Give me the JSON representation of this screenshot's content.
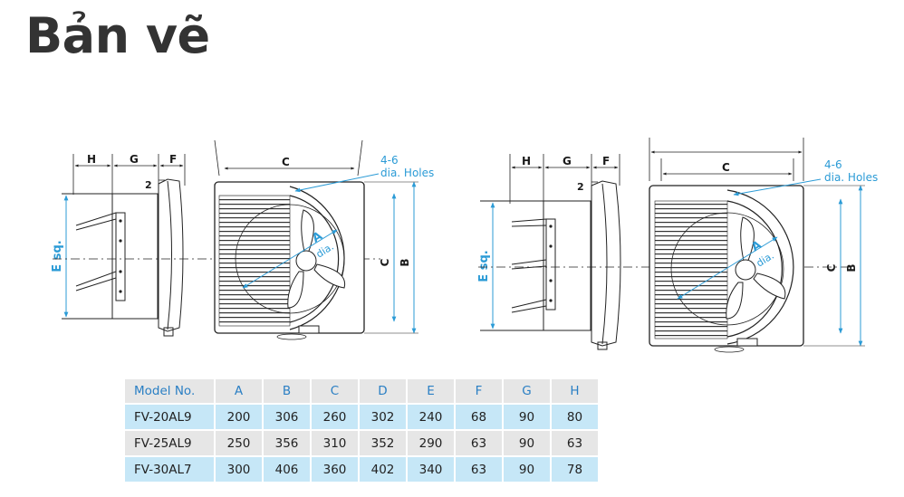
{
  "page": {
    "title": "Bản vẽ"
  },
  "diagram": {
    "left": {
      "labels": {
        "h": "H",
        "g": "G",
        "f": "F",
        "two": "2",
        "c_top": "C",
        "holes_line1": "4-6",
        "holes_line2": "dia. Holes",
        "e_sq": "E sq.",
        "c_side": "C",
        "b_side": "B",
        "a_label": "A",
        "a_dia": "dia."
      }
    },
    "right": {
      "labels": {
        "h": "H",
        "g": "G",
        "f": "F",
        "two": "2",
        "c_top": "C",
        "holes_line1": "4-6",
        "holes_line2": "dia. Holes",
        "e_sq": "E sq.",
        "c_side": "C",
        "b_side": "B",
        "a_label": "A",
        "a_dia": "dia."
      }
    }
  },
  "spec_table": {
    "headers": [
      "Model No.",
      "A",
      "B",
      "C",
      "D",
      "E",
      "F",
      "G",
      "H"
    ],
    "rows": [
      [
        "FV-20AL9",
        "200",
        "306",
        "260",
        "302",
        "240",
        "68",
        "90",
        "80"
      ],
      [
        "FV-25AL9",
        "250",
        "356",
        "310",
        "352",
        "290",
        "63",
        "90",
        "63"
      ],
      [
        "FV-30AL7",
        "300",
        "406",
        "360",
        "402",
        "340",
        "63",
        "90",
        "78"
      ]
    ]
  },
  "colors": {
    "dimension_blue": "#2b9bd6",
    "header_bg": "#e6e6e6",
    "header_text": "#2a7fc4",
    "row_blue": "#c6e7f7",
    "row_gray": "#e6e6e6"
  }
}
